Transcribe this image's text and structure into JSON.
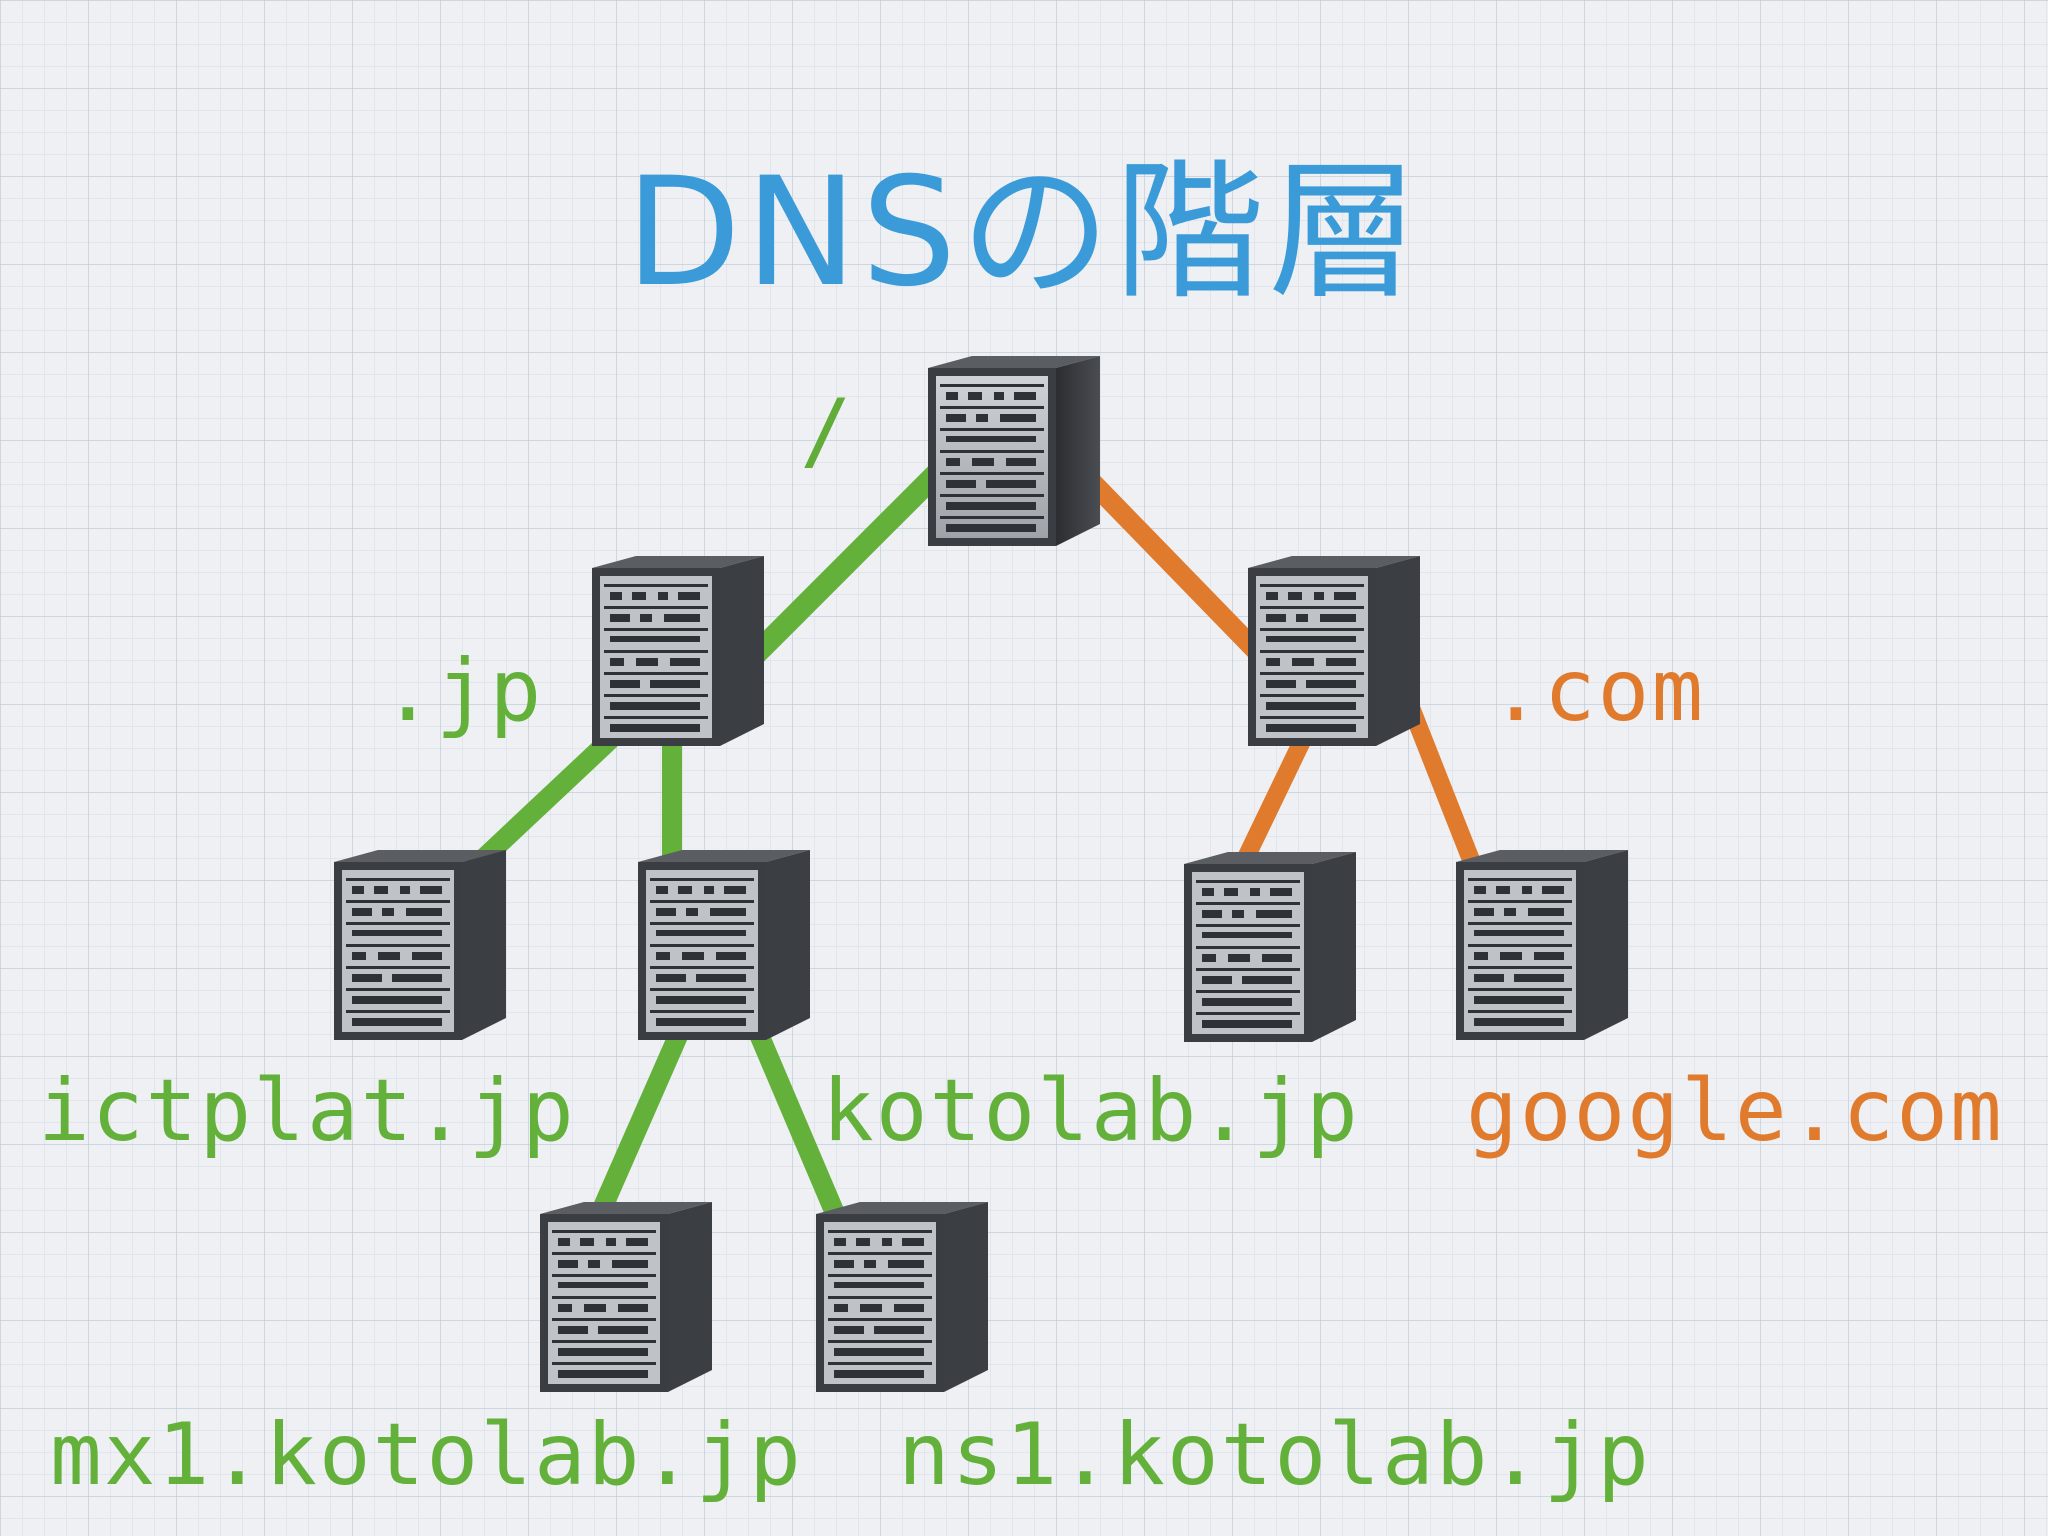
{
  "title": "DNSの階層",
  "colors": {
    "title": "#3a9bd8",
    "green": "#63b13a",
    "orange": "#e07a2c",
    "root_label": "#62ad3a"
  },
  "nodes": {
    "root": {
      "label": "/"
    },
    "jp": {
      "label": ".jp"
    },
    "com": {
      "label": ".com"
    },
    "ictplat": {
      "label": "ictplat.jp"
    },
    "kotolab": {
      "label": "kotolab.jp"
    },
    "blank_com": {
      "label": ""
    },
    "google": {
      "label": "google.com"
    },
    "mx1": {
      "label": "mx1.kotolab.jp"
    },
    "ns1": {
      "label": "ns1.kotolab.jp"
    }
  },
  "icons": {
    "server": "server-rack-icon"
  }
}
